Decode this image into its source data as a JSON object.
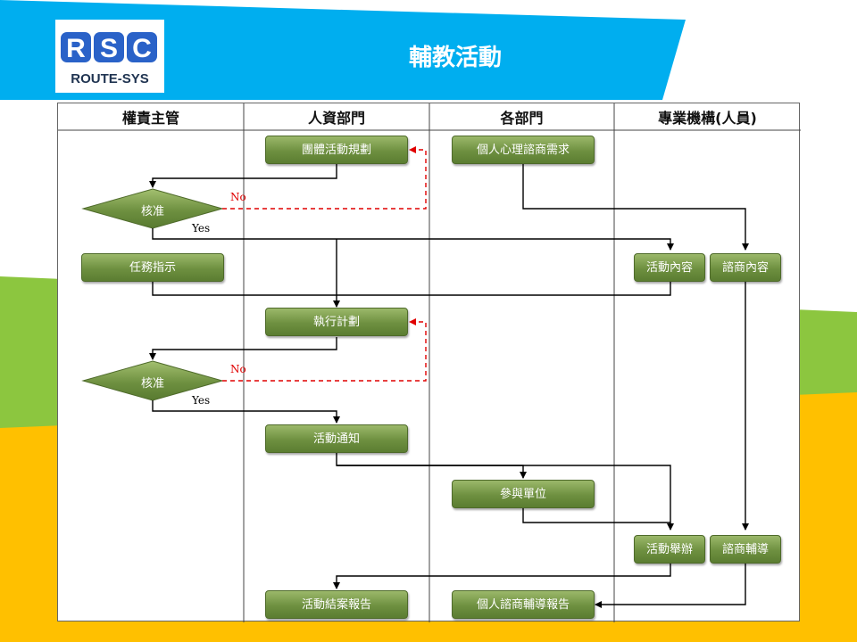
{
  "slide": {
    "title": "輔教活動",
    "logo_mark": "RSC",
    "logo_text": "ROUTE-SYS"
  },
  "colors": {
    "header_blue": "#00aeef",
    "green_band": "#8cc63f",
    "yellow_band": "#ffc000",
    "node_green": "#6e9040",
    "reject_line": "#e00000"
  },
  "lanes": [
    "權責主管",
    "人資部門",
    "各部門",
    "專業機構(人員)"
  ],
  "nodes": {
    "group_plan": "團體活動規劃",
    "personal_need": "個人心理諮商需求",
    "approve_1": "核准",
    "task": "任務指示",
    "activity_content": "活動內容",
    "counsel_content": "諮商內容",
    "execute_plan": "執行計劃",
    "approve_2": "核准",
    "notice": "活動通知",
    "participants": "參與單位",
    "activity_held": "活動舉辦",
    "counsel_guidance": "諮商輔導",
    "activity_report": "活動結案報告",
    "personal_report": "個人諮商輔導報告"
  },
  "labels": {
    "no": "No",
    "yes": "Yes"
  }
}
